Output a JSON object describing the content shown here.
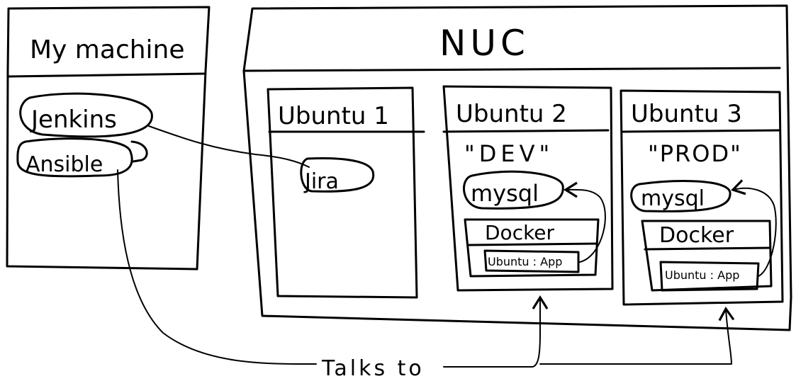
{
  "my_machine": {
    "title": "My machine",
    "tools": [
      "Jenkins",
      "Ansible"
    ]
  },
  "nuc": {
    "title": "NUC",
    "vms": [
      {
        "title": "Ubuntu 1",
        "env": "",
        "services": [
          "Jira"
        ]
      },
      {
        "title": "Ubuntu 2",
        "env": "\"DEV\"",
        "services": [
          "mysql"
        ],
        "container_host": "Docker",
        "container": "Ubuntu : App"
      },
      {
        "title": "Ubuntu 3",
        "env": "\"PROD\"",
        "services": [
          "mysql"
        ],
        "container_host": "Docker",
        "container": "Ubuntu : App"
      }
    ]
  },
  "annotation": "Talks to"
}
